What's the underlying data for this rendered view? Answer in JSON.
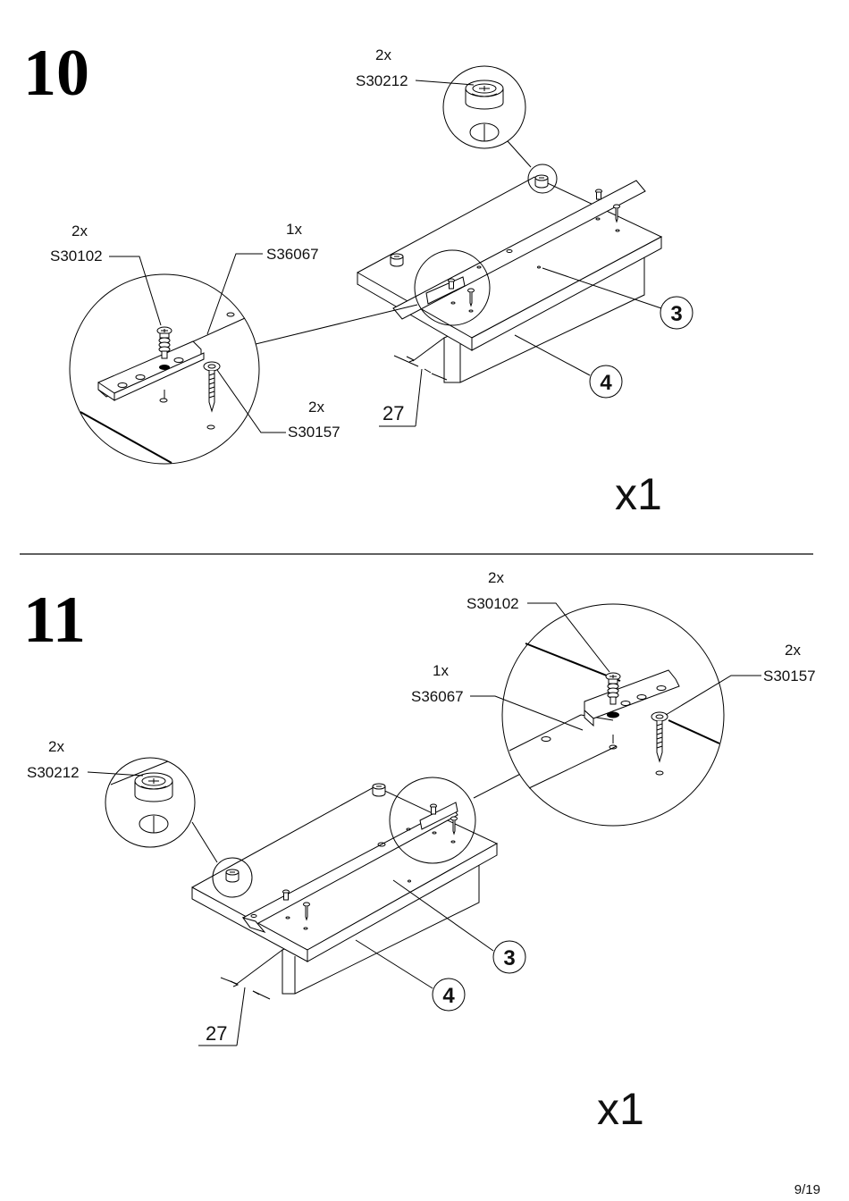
{
  "steps": [
    {
      "number": "10",
      "labels": {
        "cam_qty": "2x",
        "cam_code": "S30212",
        "bolt_qty": "2x",
        "bolt_code": "S30102",
        "bracket_qty": "1x",
        "bracket_code": "S36067",
        "screw_qty": "2x",
        "screw_code": "S30157"
      },
      "dimension": "27",
      "part_callouts": [
        "3",
        "4"
      ],
      "multiplier": "x1"
    },
    {
      "number": "11",
      "labels": {
        "bolt_qty": "2x",
        "bolt_code": "S30102",
        "bracket_qty": "1x",
        "bracket_code": "S36067",
        "screw_qty": "2x",
        "screw_code": "S30157",
        "cam_qty": "2x",
        "cam_code": "S30212"
      },
      "dimension": "27",
      "part_callouts": [
        "3",
        "4"
      ],
      "multiplier": "x1"
    }
  ],
  "page_number": "9/19"
}
